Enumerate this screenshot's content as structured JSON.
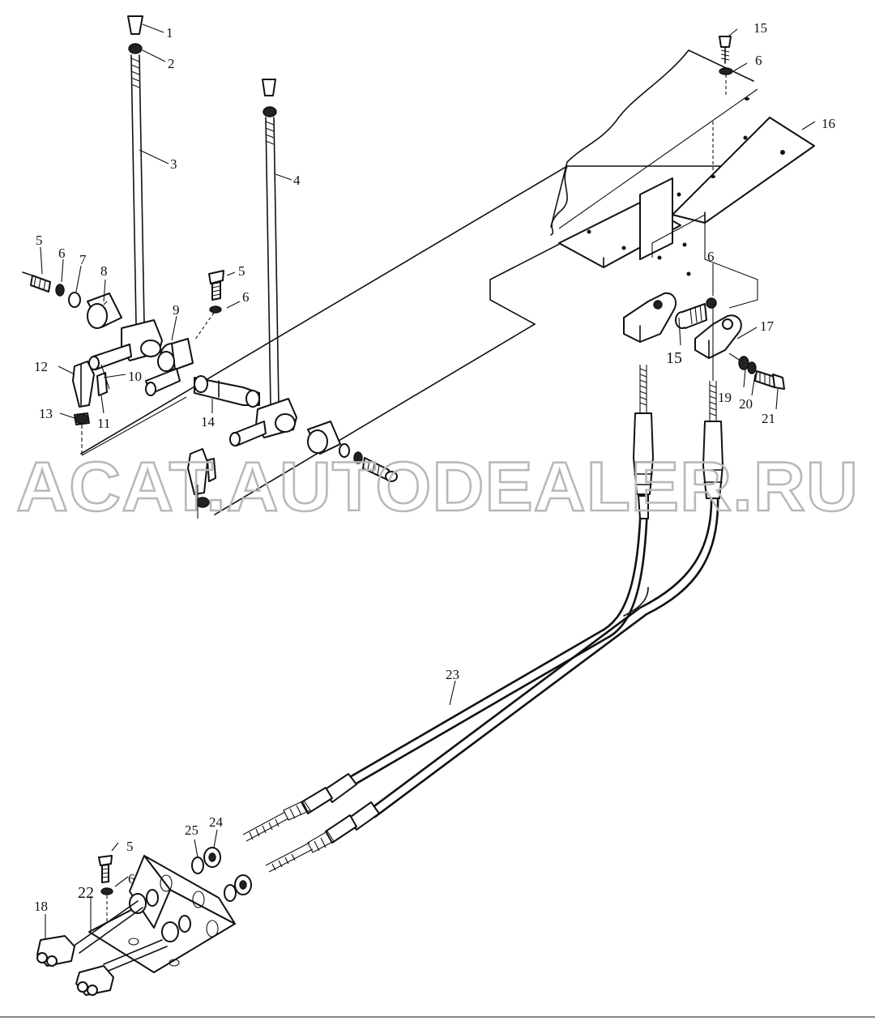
{
  "watermark": "ACAT.AUTODEALER.RU",
  "callouts": [
    {
      "id": "c1",
      "text": "1"
    },
    {
      "id": "c2",
      "text": "2"
    },
    {
      "id": "c3",
      "text": "3"
    },
    {
      "id": "c4",
      "text": "4"
    },
    {
      "id": "c5a",
      "text": "5"
    },
    {
      "id": "c5b",
      "text": "5"
    },
    {
      "id": "c5c",
      "text": "5"
    },
    {
      "id": "c6a",
      "text": "6"
    },
    {
      "id": "c6b",
      "text": "6"
    },
    {
      "id": "c6c",
      "text": "6"
    },
    {
      "id": "c6d",
      "text": "6"
    },
    {
      "id": "c6e",
      "text": "6"
    },
    {
      "id": "c7",
      "text": "7"
    },
    {
      "id": "c8",
      "text": "8"
    },
    {
      "id": "c9",
      "text": "9"
    },
    {
      "id": "c10",
      "text": "10"
    },
    {
      "id": "c11",
      "text": "11"
    },
    {
      "id": "c12",
      "text": "12"
    },
    {
      "id": "c13",
      "text": "13"
    },
    {
      "id": "c14",
      "text": "14"
    },
    {
      "id": "c15a",
      "text": "15"
    },
    {
      "id": "c15b",
      "text": "15"
    },
    {
      "id": "c16",
      "text": "16"
    },
    {
      "id": "c17",
      "text": "17"
    },
    {
      "id": "c18",
      "text": "18"
    },
    {
      "id": "c19",
      "text": "19"
    },
    {
      "id": "c20",
      "text": "20"
    },
    {
      "id": "c21",
      "text": "21"
    },
    {
      "id": "c22",
      "text": "22"
    },
    {
      "id": "c23",
      "text": "23"
    },
    {
      "id": "c24",
      "text": "24"
    },
    {
      "id": "c25",
      "text": "25"
    }
  ]
}
